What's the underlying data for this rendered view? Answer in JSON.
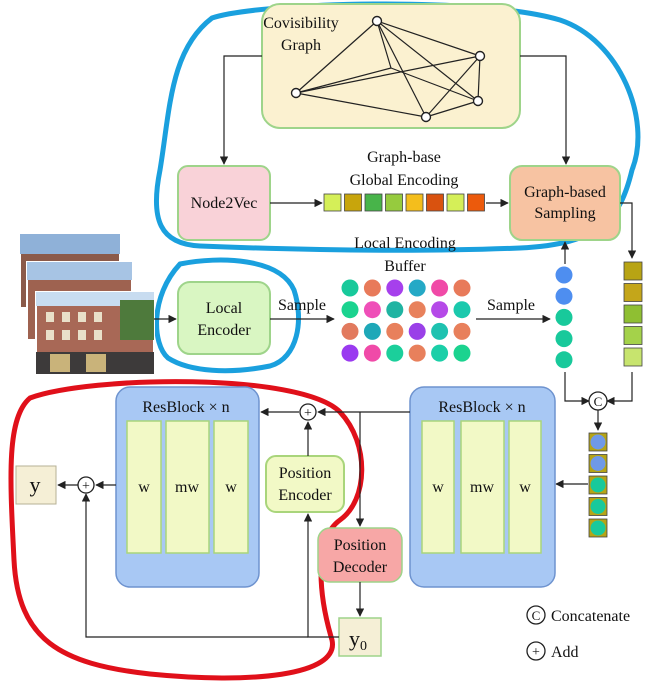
{
  "labels": {
    "covisibility_graph": [
      "Covisibility",
      "Graph"
    ],
    "node2vec": "Node2Vec",
    "global_encoding": [
      "Graph-base",
      "Global Encoding"
    ],
    "graph_sampling": [
      "Graph-based",
      "Sampling"
    ],
    "local_encoding_buffer": [
      "Local Encoding",
      "Buffer"
    ],
    "local_encoder": [
      "Local",
      "Encoder"
    ],
    "sample_left": "Sample",
    "sample_right": "Sample",
    "resblock_left": "ResBlock × n",
    "resblock_right": "ResBlock × n",
    "w": "w",
    "mw": "mw",
    "position_encoder": [
      "Position",
      "Encoder"
    ],
    "position_decoder": [
      "Position",
      "Decoder"
    ],
    "output_y": "y",
    "output_y0": "y",
    "output_y0_sub": "0",
    "concat_symbol": "C",
    "add_symbol": "+"
  },
  "legend": {
    "concatenate": "Concatenate",
    "add": "Add"
  },
  "colors": {
    "annotation_blue": "#1aa0de",
    "annotation_red": "#e0101a",
    "graph_fill": "#fbf1d0",
    "green_border": "#9ed48a",
    "pink_fill": "#f9d2d8",
    "salmon_fill": "#f7c3a2",
    "green_fill": "#d9f6c2",
    "resblock_fill": "#a8c8f4",
    "resblock_border": "#6e93cf",
    "inner_fill": "#f2f9c6",
    "inner_border": "#a9d57b",
    "decoder_fill": "#f7a7a6",
    "output_fill": "#f5efd6"
  },
  "global_code_colors": [
    "#d5ef58",
    "#c8a50c",
    "#48b44a",
    "#96cb3e",
    "#f4be1c",
    "#d9520f",
    "#d5ef58",
    "#ec5a0c"
  ],
  "buffer_colors": [
    [
      "#18c99b",
      "#e87a5a",
      "#a640ec",
      "#25a9c6",
      "#f04aa7",
      "#e87a5a"
    ],
    [
      "#1bd38f",
      "#ef4fb8",
      "#20b4a2",
      "#e8815c",
      "#b54ae8",
      "#1bc9ad"
    ],
    [
      "#e27a5e",
      "#1ea8b8",
      "#e8805c",
      "#9a40e8",
      "#1ec2b0",
      "#e8805c"
    ],
    [
      "#9a3af0",
      "#f04aa8",
      "#1bcf9b",
      "#e8805c",
      "#1bcfa8",
      "#1bd38f"
    ]
  ],
  "sampled_dots": [
    "#4e8ef0",
    "#4e8ef0",
    "#18c99b",
    "#18c99b",
    "#18c99b"
  ],
  "global_stack": [
    "#b8a414",
    "#c4a61a",
    "#8fbf32",
    "#a4d24a",
    "#c7e46e"
  ],
  "concat_stack": [
    "#6f99e8",
    "#6f99e8",
    "#18c99b",
    "#18c99b",
    "#18c99b"
  ]
}
